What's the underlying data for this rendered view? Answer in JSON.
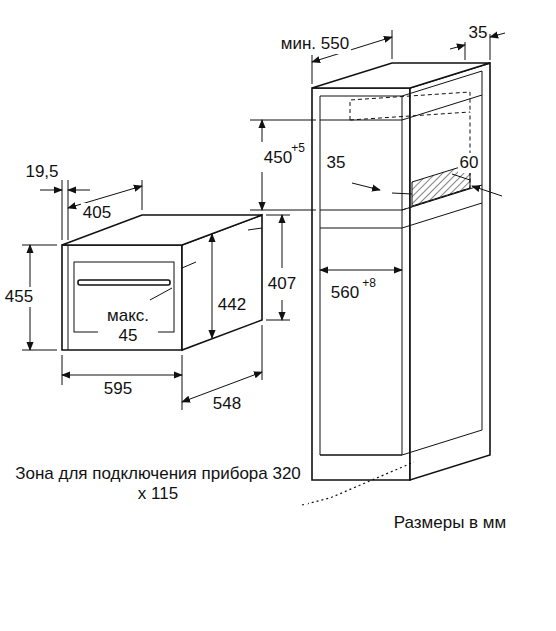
{
  "diagram": {
    "labels": [
      "мин. 550",
      "35",
      "450",
      "+5",
      "35",
      "60",
      "560",
      "+8",
      "19,5",
      "405",
      "455",
      "442",
      "407",
      "макс. 45",
      "595",
      "548",
      "Зона для подключения прибора 320 x 115",
      "Размеры в мм"
    ]
  }
}
